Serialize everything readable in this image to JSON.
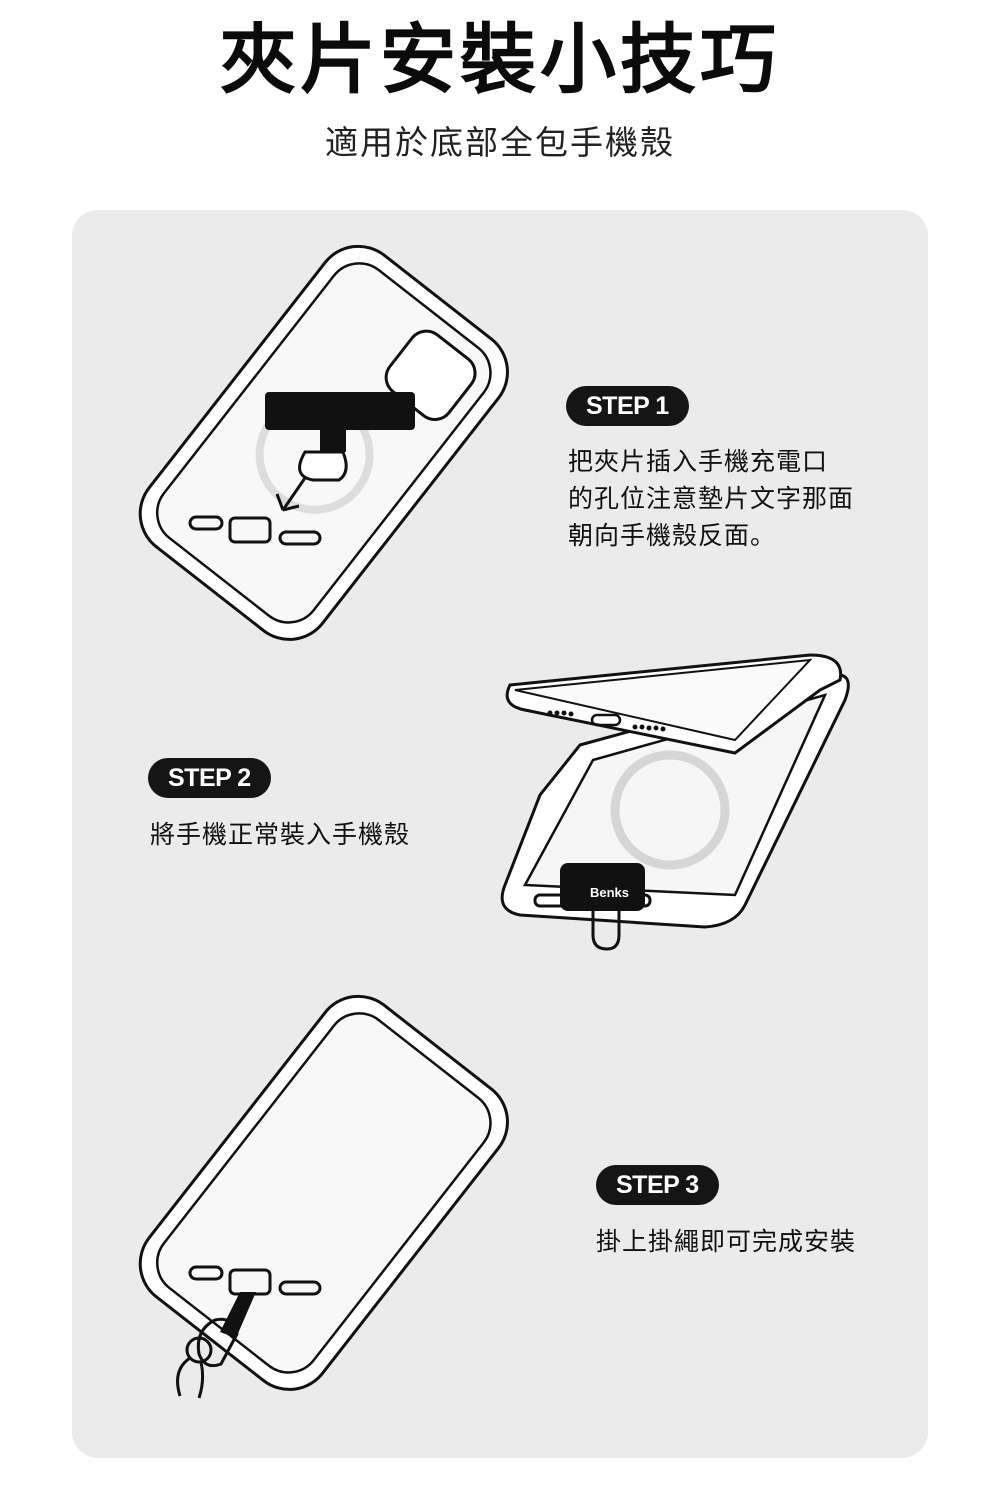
{
  "header": {
    "title": "夾片安裝小技巧",
    "subtitle": "適用於底部全包手機殼"
  },
  "steps": [
    {
      "badge": "STEP 1",
      "text": "把夾片插入手機充電口\n的孔位注意墊片文字那面\n朝向手機殼反面。"
    },
    {
      "badge": "STEP 2",
      "text": "將手機正常裝入手機殼"
    },
    {
      "badge": "STEP 3",
      "text": "掛上掛繩即可完成安裝"
    }
  ],
  "illustration": {
    "brand_label": "Benks"
  },
  "colors": {
    "panel_bg": "#ebebeb",
    "badge_bg": "#151515",
    "outline": "#111111"
  }
}
